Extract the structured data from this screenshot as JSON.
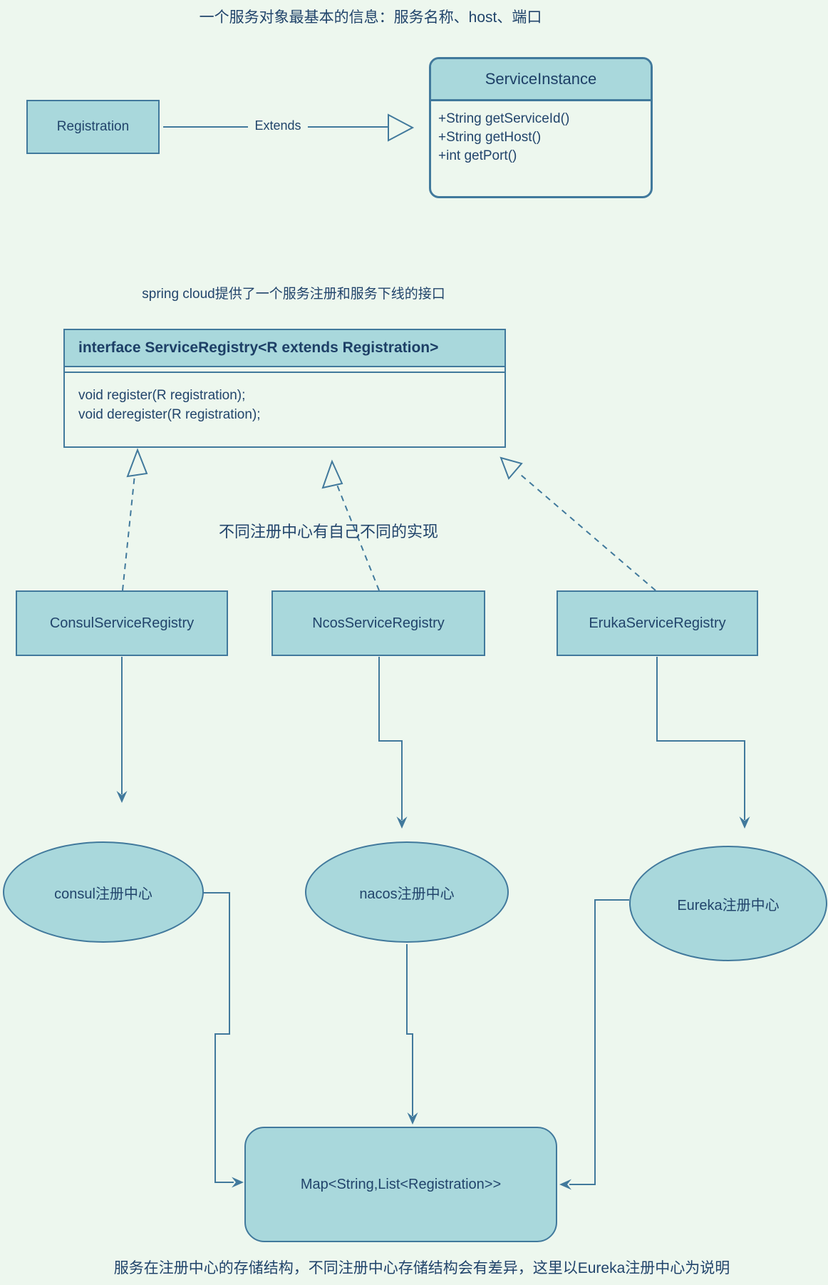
{
  "colors": {
    "background": "#edf7ee",
    "shape_fill": "#a9d8dc",
    "shape_stroke": "#41799c",
    "text": "#21446b"
  },
  "notes": {
    "top": "一个服务对象最基本的信息：服务名称、host、端口",
    "interface": "spring cloud提供了一个服务注册和服务下线的接口",
    "implementations": "不同注册中心有自己不同的实现",
    "storage": "服务在注册中心的存储结构，不同注册中心存储结构会有差异，这里以Eureka注册中心为说明"
  },
  "classes": {
    "registration": {
      "name": "Registration"
    },
    "service_instance": {
      "name": "ServiceInstance",
      "methods": [
        "+String getServiceId()",
        "+String getHost()",
        "+int getPort()"
      ]
    },
    "service_registry": {
      "name": "interface ServiceRegistry<R extends Registration>",
      "methods": [
        "void register(R registration);",
        "void deregister(R registration);"
      ]
    }
  },
  "relations": {
    "extends_label": "Extends"
  },
  "implementations": [
    {
      "name": "ConsulServiceRegistry"
    },
    {
      "name": "NcosServiceRegistry"
    },
    {
      "name": "ErukaServiceRegistry"
    }
  ],
  "registries": [
    {
      "name": "consul注册中心"
    },
    {
      "name": "nacos注册中心"
    },
    {
      "name": "Eureka注册中心"
    }
  ],
  "storage": {
    "name": "Map<String,List<Registration>>"
  }
}
